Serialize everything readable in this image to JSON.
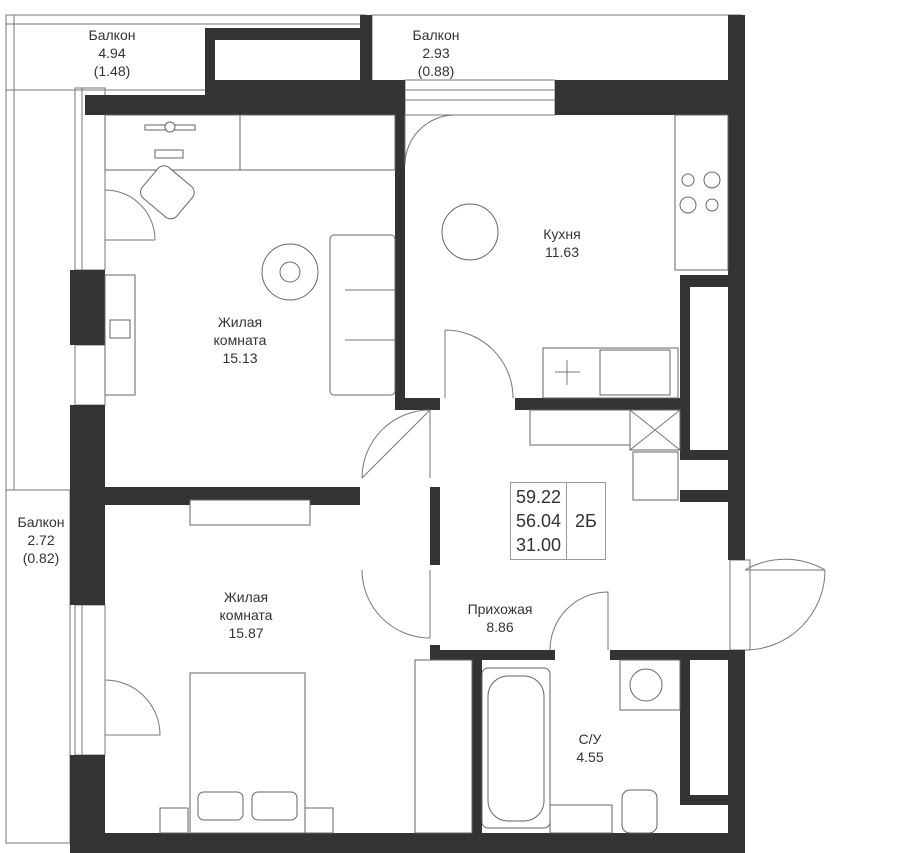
{
  "rooms": [
    {
      "name": "Балкон",
      "area": "4.94",
      "coef_area": "(1.48)"
    },
    {
      "name": "Балкон",
      "area": "2.93",
      "coef_area": "(0.88)"
    },
    {
      "name": "Балкон",
      "area": "2.72",
      "coef_area": "(0.82)"
    },
    {
      "name_line1": "Жилая",
      "name_line2": "комната",
      "area": "15.13"
    },
    {
      "name": "Кухня",
      "area": "11.63"
    },
    {
      "name_line1": "Жилая",
      "name_line2": "комната",
      "area": "15.87"
    },
    {
      "name": "Прихожая",
      "area": "8.86"
    },
    {
      "name": "С/У",
      "area": "4.55"
    }
  ],
  "summary": {
    "total_area": "59.22",
    "area_no_balcony": "56.04",
    "living_area": "31.00",
    "type": "2Б"
  },
  "colors": {
    "wall": "#333333",
    "line": "#777777"
  }
}
